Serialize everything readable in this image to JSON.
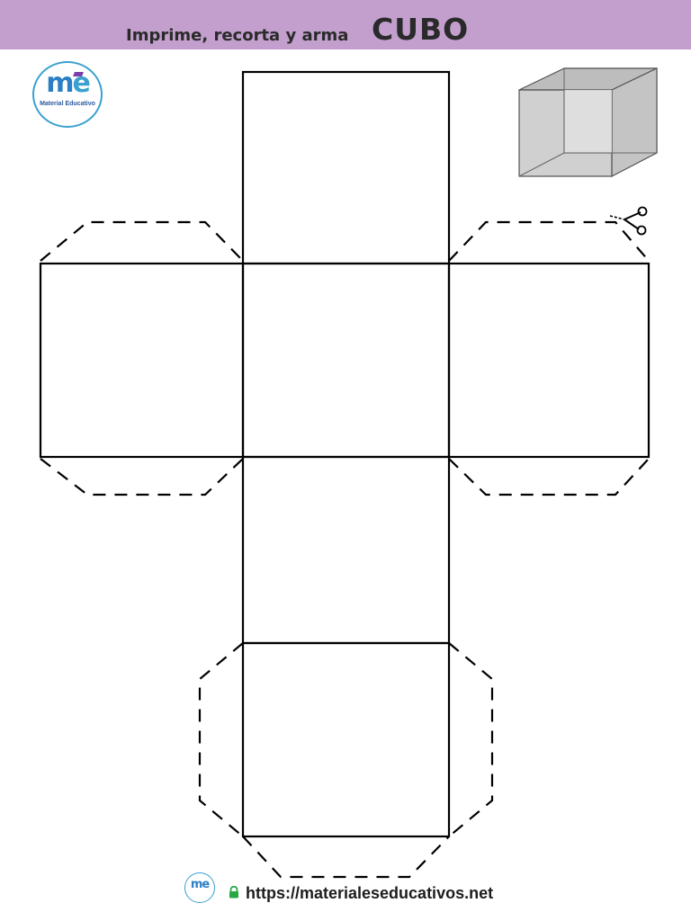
{
  "header": {
    "subtitle": "Imprime, recorta y arma",
    "title": "CUBO",
    "background_color": "#c29fcd"
  },
  "logo": {
    "mark_m": "m",
    "mark_e": "e",
    "brand_text": "Material Educativo",
    "icon": "graduation-cap-icon"
  },
  "figure": {
    "icon": "cube-illustration"
  },
  "net": {
    "faces": 6,
    "line_color": "#000000",
    "tab_style": "dashed"
  },
  "cut_marker": {
    "icon": "scissors-icon"
  },
  "footer": {
    "logo_mark": "me",
    "icon": "lock-icon",
    "accent_color": "#27a844",
    "url": "https://materialeseducativos.net"
  }
}
